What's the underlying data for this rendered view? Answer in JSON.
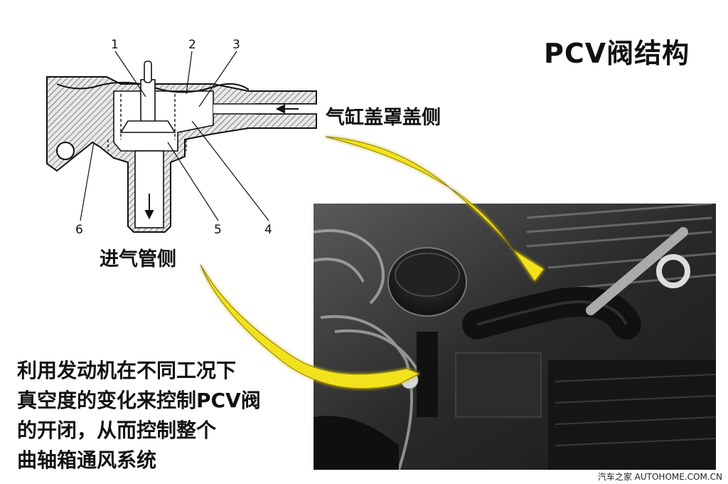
{
  "title": "PCV阀结构",
  "labels": {
    "cylinder_head_side": "气缸盖罩盖侧",
    "intake_side": "进气管侧"
  },
  "callout_numbers": [
    "1",
    "2",
    "3",
    "4",
    "5",
    "6"
  ],
  "description_lines": [
    "利用发动机在不同工况下",
    "真空度的变化来控制PCV阀",
    "的开闭，从而控制整个",
    "曲轴箱通风系统"
  ],
  "watermark": "汽车之家 AUTOHOME.COM.CN",
  "colors": {
    "arrow_yellow": "#f2e21a",
    "arrow_glow": "#c9b400"
  }
}
